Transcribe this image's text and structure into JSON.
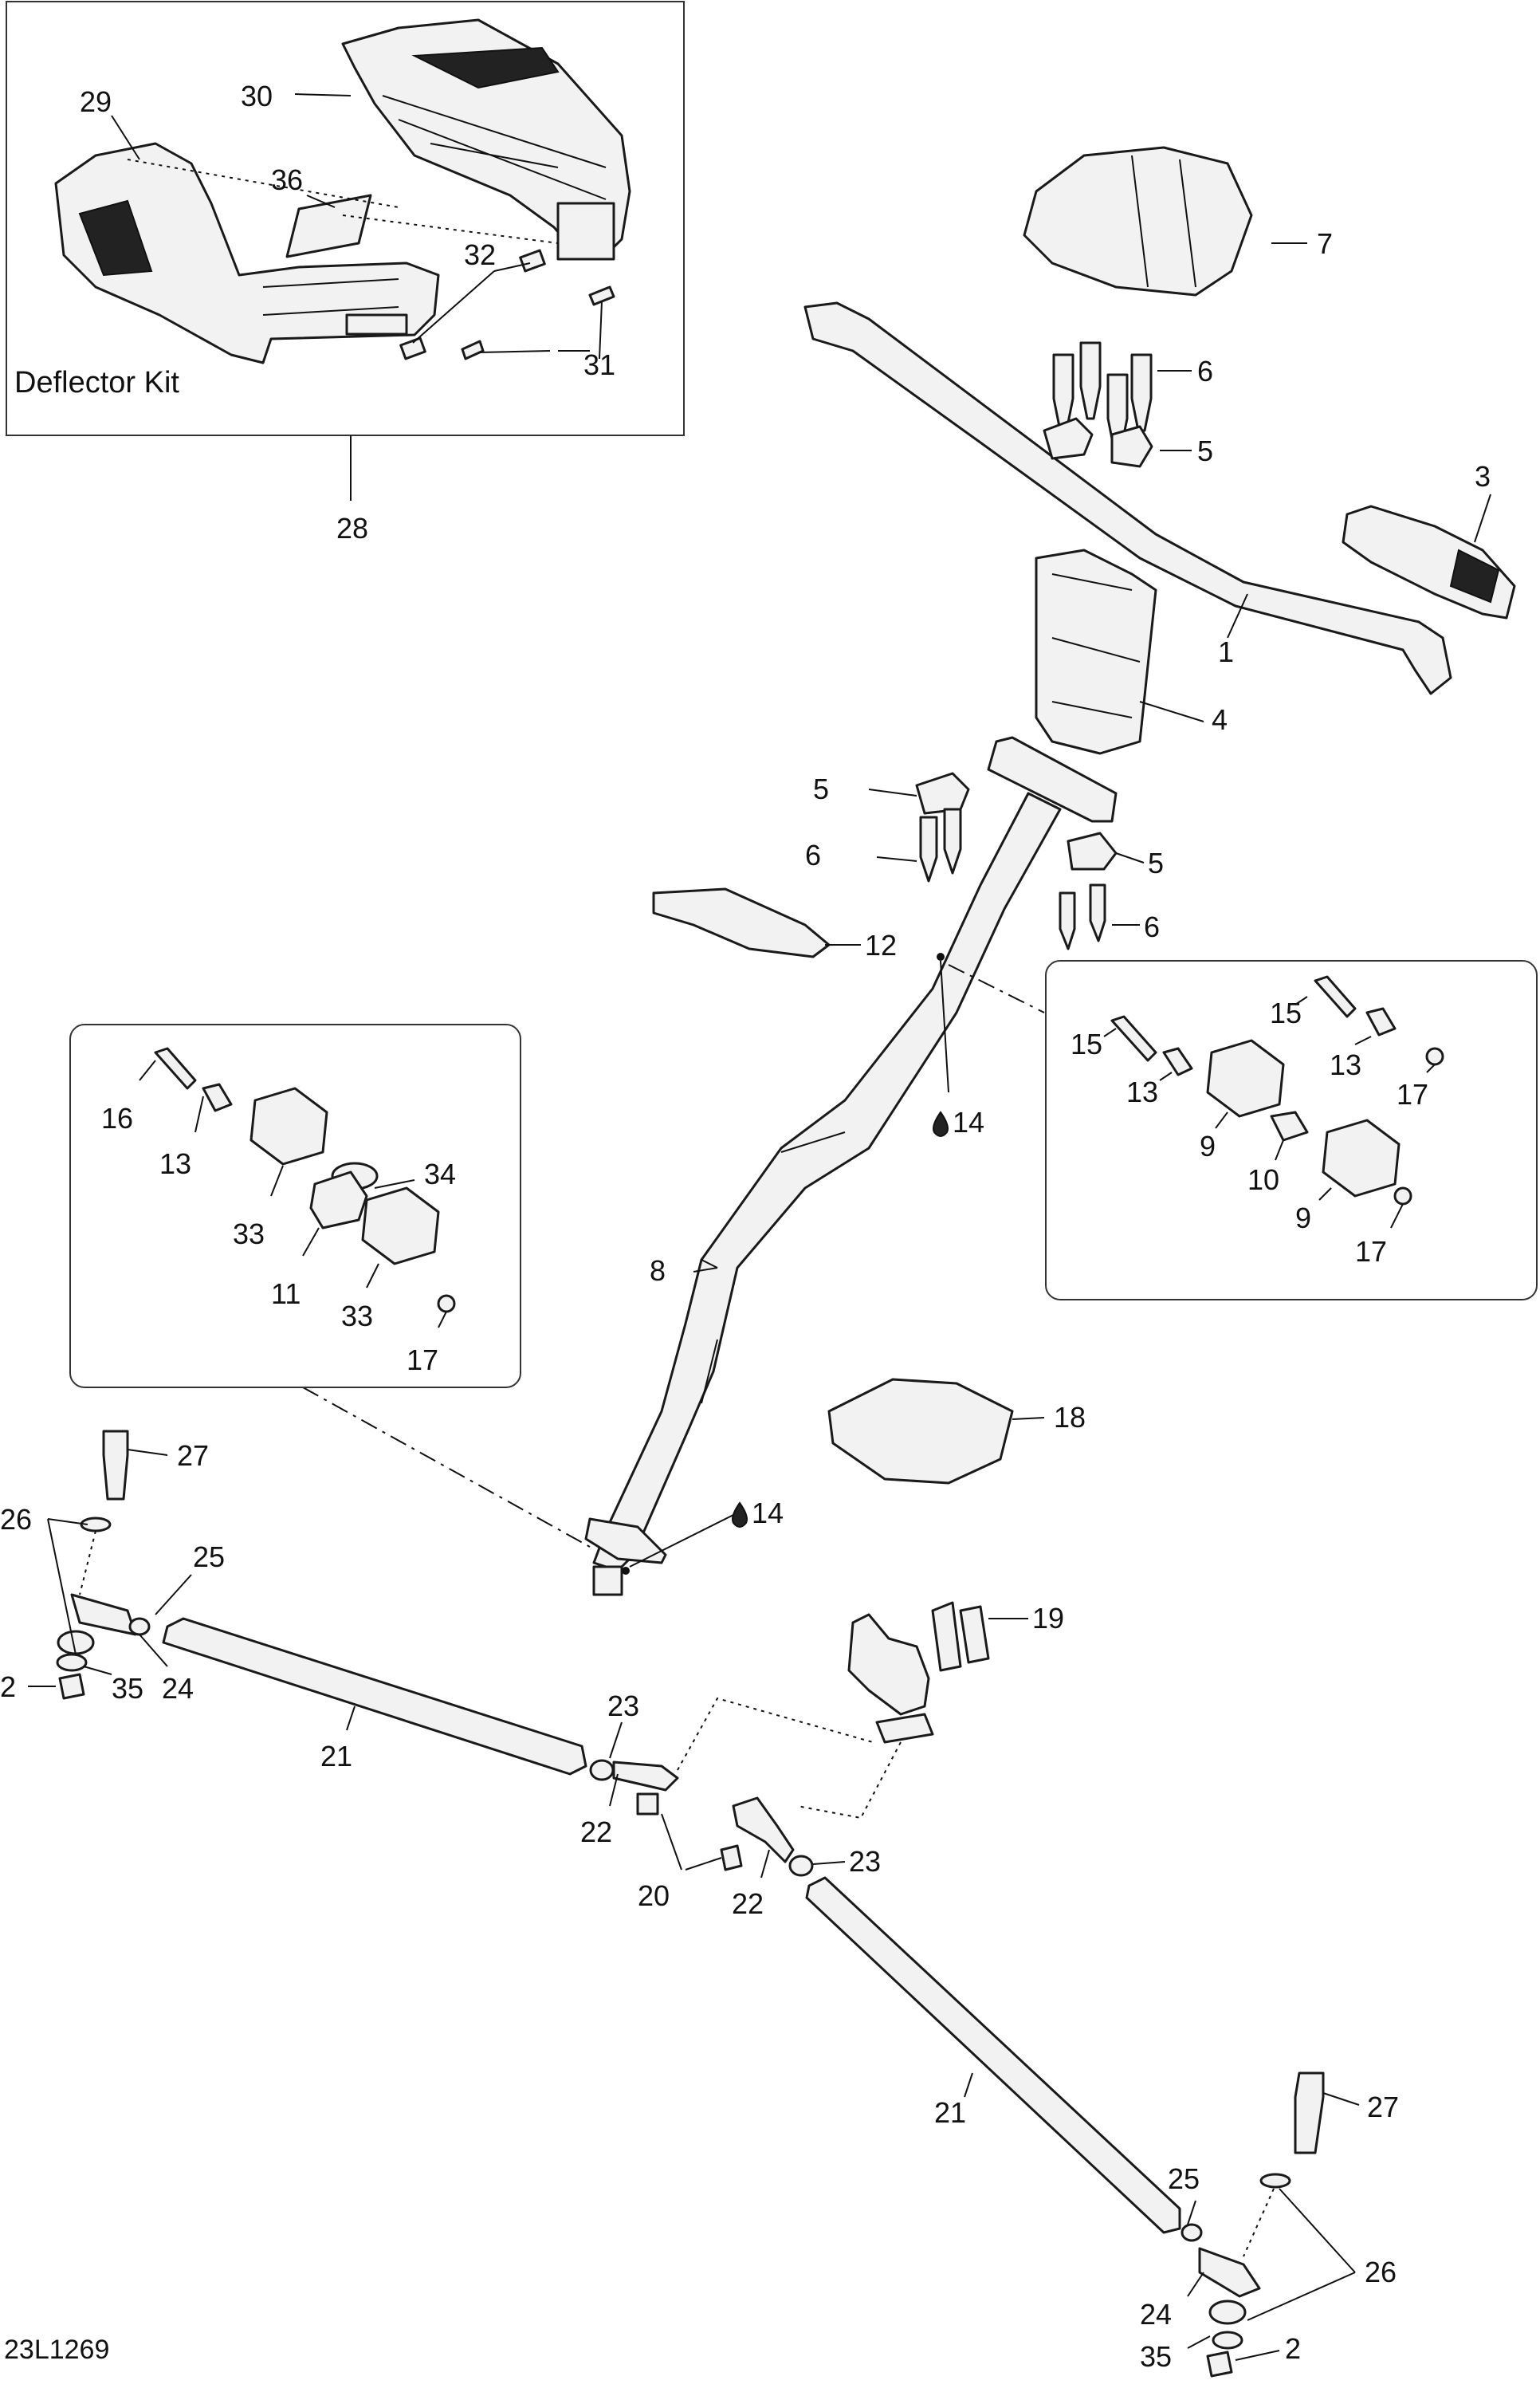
{
  "kit_title": "Deflector Kit",
  "figure_id": "23L1269",
  "labels": {
    "l1": "1",
    "l2a": "2",
    "l2b": "2",
    "l3": "3",
    "l4": "4",
    "l5a": "5",
    "l5b": "5",
    "l5c": "5",
    "l6a": "6",
    "l6b": "6",
    "l6c": "6",
    "l7": "7",
    "l8": "8",
    "l9a": "9",
    "l9b": "9",
    "l10": "10",
    "l11": "11",
    "l12": "12",
    "l13a": "13",
    "l13b": "13",
    "l13c": "13",
    "l14a": "14",
    "l14b": "14",
    "l15a": "15",
    "l15b": "15",
    "l16": "16",
    "l17a": "17",
    "l17b": "17",
    "l17c": "17",
    "l18": "18",
    "l19": "19",
    "l20": "20",
    "l21a": "21",
    "l21b": "21",
    "l22a": "22",
    "l22b": "22",
    "l23a": "23",
    "l23b": "23",
    "l24a": "24",
    "l24b": "24",
    "l25a": "25",
    "l25b": "25",
    "l26a": "26",
    "l26b": "26",
    "l27a": "27",
    "l27b": "27",
    "l28": "28",
    "l29": "29",
    "l30": "30",
    "l31": "31",
    "l32": "32",
    "l33a": "33",
    "l33b": "33",
    "l34": "34",
    "l35a": "35",
    "l35b": "35",
    "l36": "36"
  }
}
